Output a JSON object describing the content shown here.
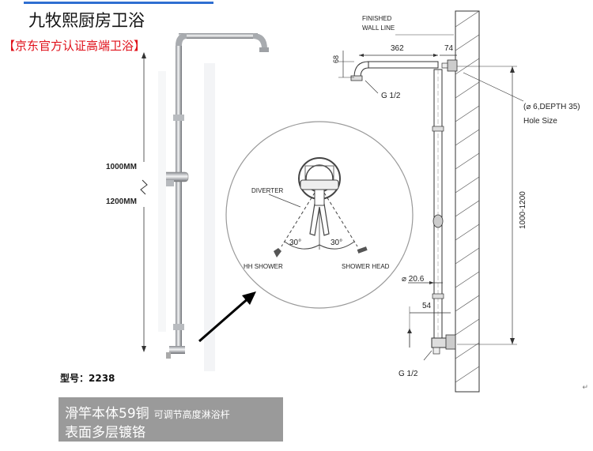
{
  "header": {
    "brand_title": "九牧熙厨房卫浴",
    "badge_text": "【京东官方认证高端卫浴】"
  },
  "product": {
    "model_label": "型号：2238",
    "feature_main": "滑竿本体59铜",
    "feature_small": "可调节高度淋浴杆",
    "feature_line2": "表面多层镀铬"
  },
  "photo": {
    "height_top": "1000MM",
    "height_bottom": "1200MM"
  },
  "detail": {
    "diverter_label": "DIVERTER",
    "angle_left": "30°",
    "angle_right": "30°",
    "hh_shower_label": "HH SHOWER",
    "shower_head_label": "SHOWER HEAD"
  },
  "drawing": {
    "wall_label_line1": "FINISHED",
    "wall_label_line2": "WALL LINE",
    "dim_arm_length": "362",
    "dim_wall_offset": "74",
    "dim_drop": "68",
    "thread_top": "G 1/2",
    "hole_label_line1": "(⌀ 6,DEPTH 35)",
    "hole_label_line2": "Hole Size",
    "height_range": "1000-1200",
    "rod_diameter": "⌀ 20.6",
    "dim_bottom_offset": "54",
    "thread_bottom": "G 1/2",
    "return_mark": "↵"
  },
  "colors": {
    "brand_blue": "#2f6fd1",
    "badge_red": "#e0101a",
    "infobox_gray": "#9a9a9a"
  }
}
